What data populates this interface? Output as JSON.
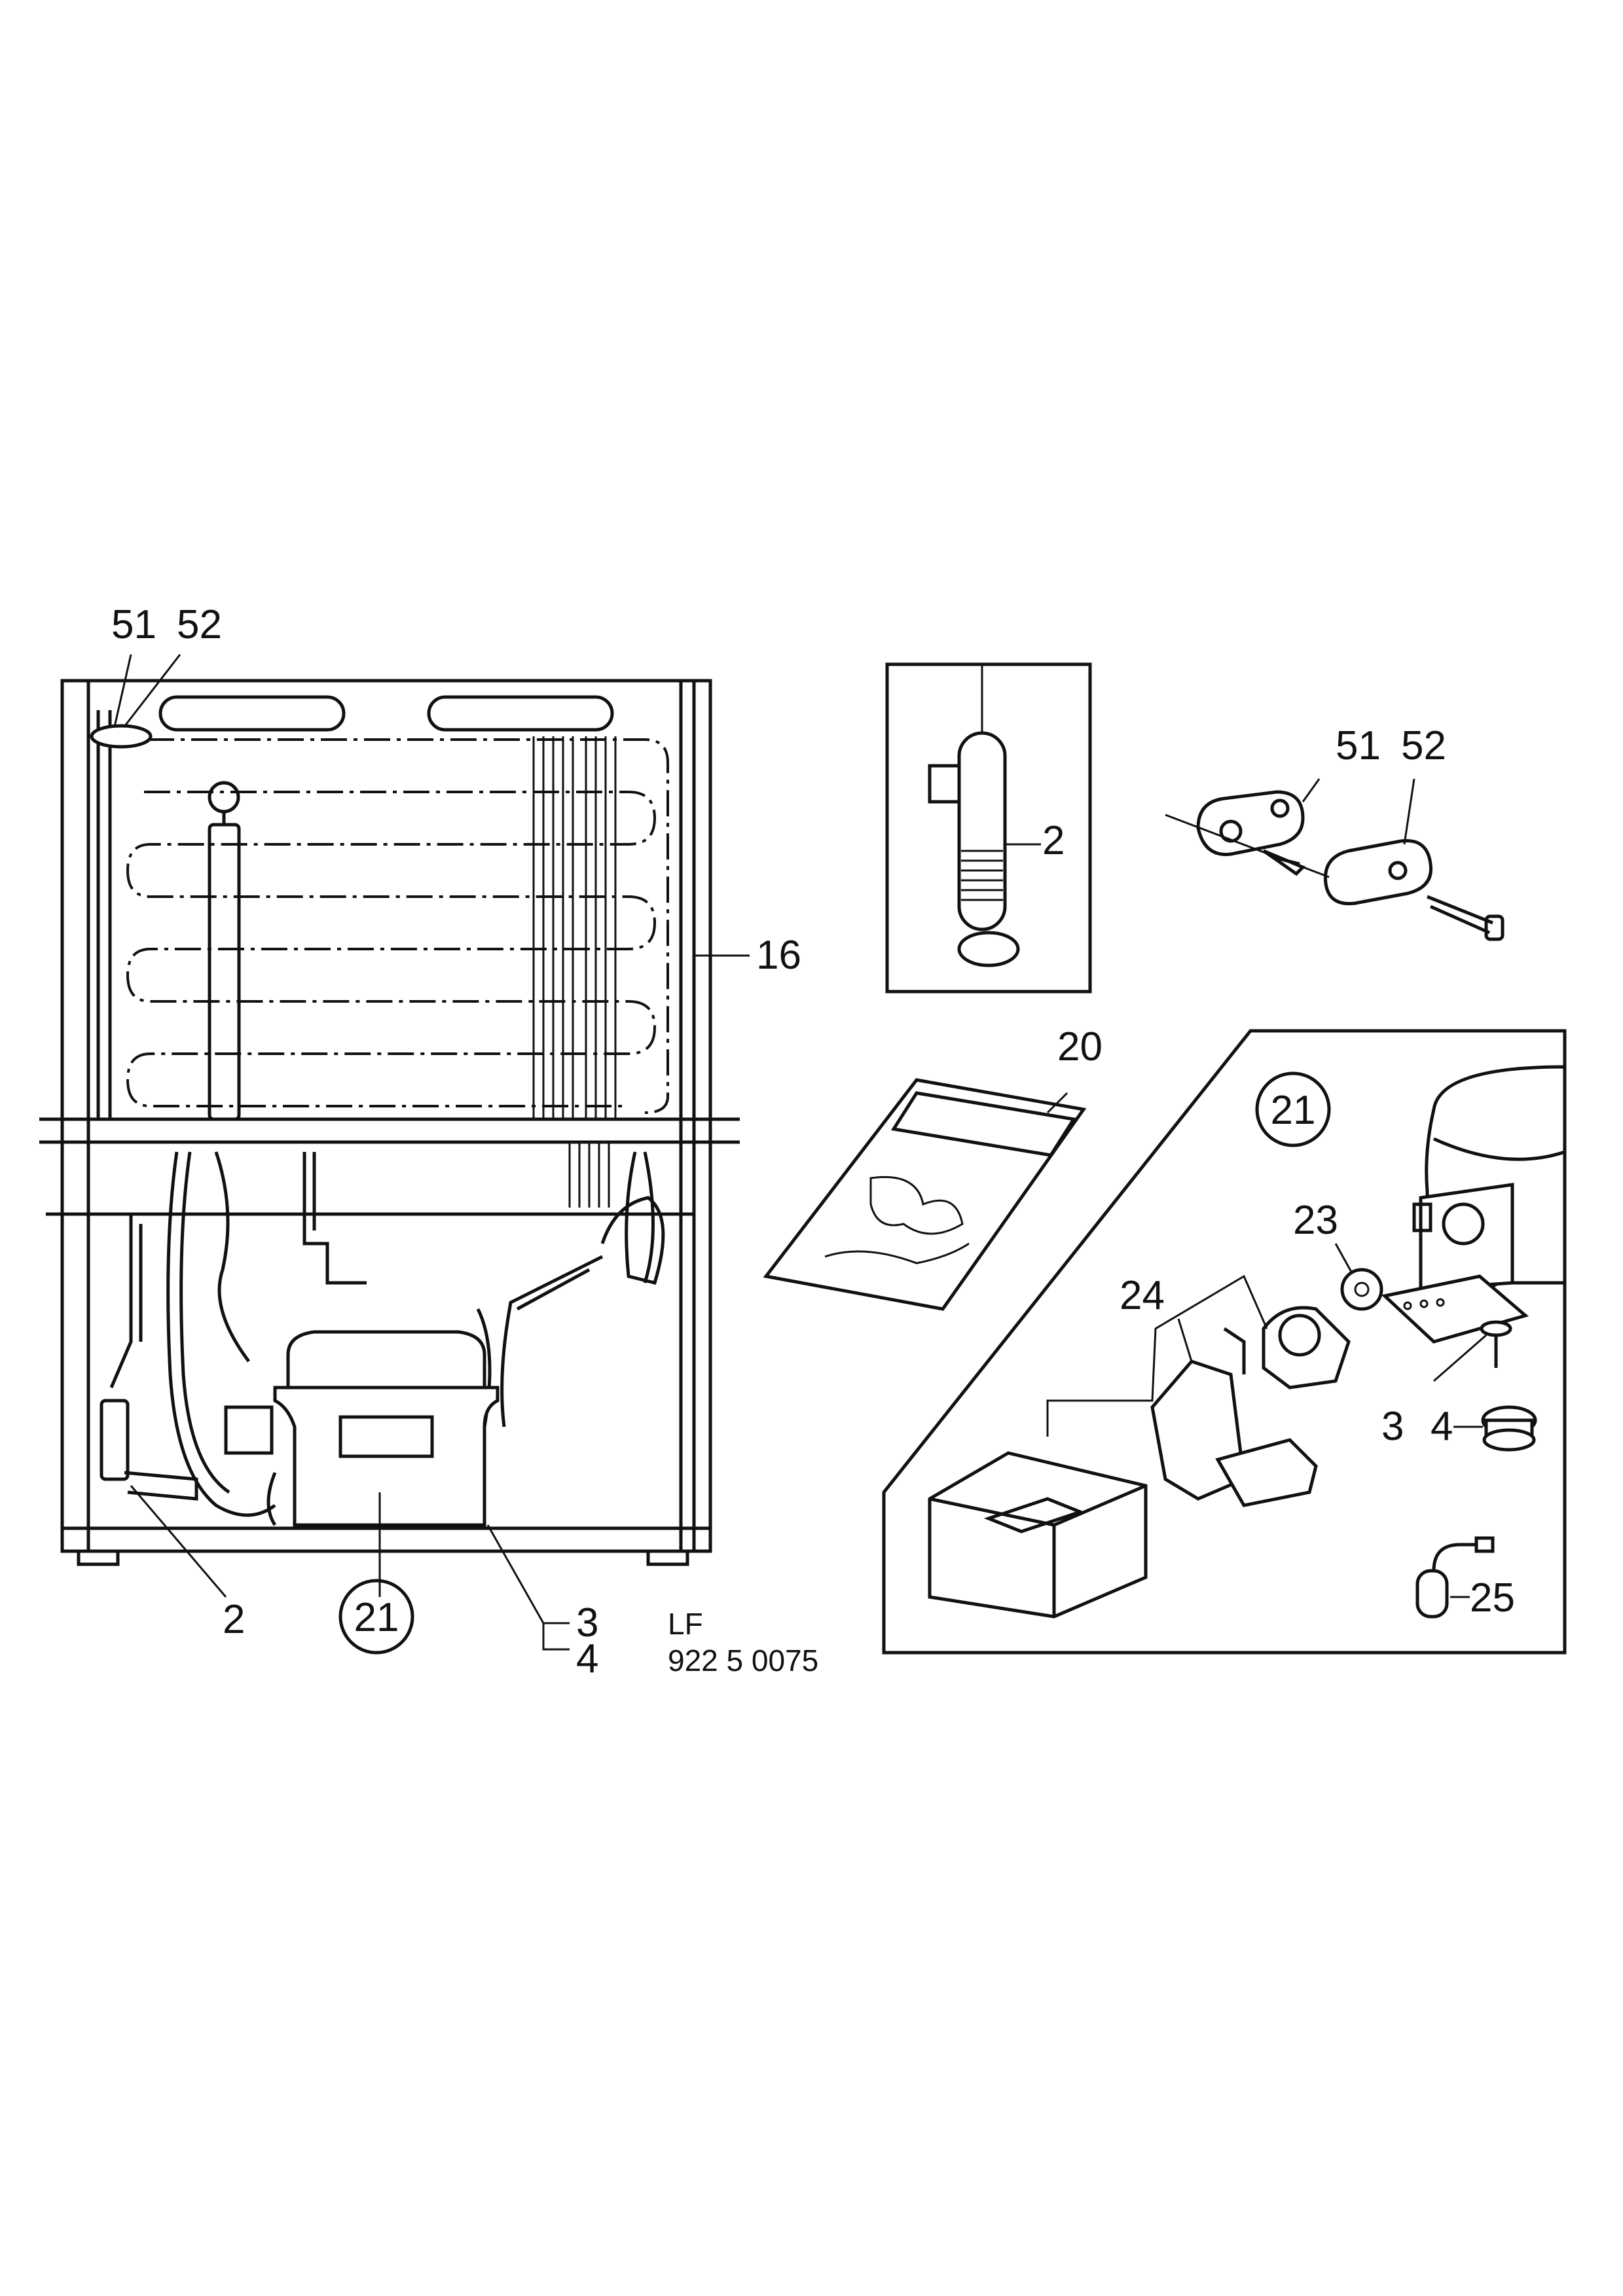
{
  "callouts": {
    "main_51": "51",
    "main_52": "52",
    "main_16": "16",
    "main_2": "2",
    "main_21": "21",
    "main_3": "3",
    "main_4": "4",
    "lf": "LF",
    "part_number": "922 5 0075",
    "inset_2": "2",
    "clip_51": "51",
    "clip_52": "52",
    "manual_20": "20",
    "kit_21": "21",
    "kit_23": "23",
    "kit_24": "24",
    "kit_3": "3",
    "kit_4": "4",
    "kit_25": "25"
  }
}
